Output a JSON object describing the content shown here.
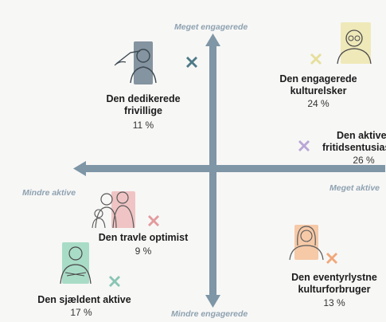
{
  "axes": {
    "top": "Meget engagerede",
    "bottom": "Mindre engagerede",
    "left": "Mindre aktive",
    "right": "Meget aktive"
  },
  "segments": [
    {
      "name_line1": "Den dedikerede",
      "name_line2": "frivillige",
      "pct": "11 %",
      "icon": "person-saluting-icon",
      "marker_color": "#4d7a86",
      "marker": "dark-teal"
    },
    {
      "name_line1": "Den engagerede",
      "name_line2": "kulturelsker",
      "pct": "24 %",
      "icon": "person-with-glasses-icon",
      "marker_color": "#e6df9a",
      "marker": "yellow"
    },
    {
      "name_line1": "Den aktive",
      "name_line2": "fritidsentusiast",
      "pct": "26 %",
      "icon": "none",
      "marker_color": "#b9a6d6",
      "marker": "lavender"
    },
    {
      "name_line1": "Den travle optimist",
      "name_line2": "",
      "pct": "9 %",
      "icon": "family-icon",
      "marker_color": "#e39a9d",
      "marker": "pink"
    },
    {
      "name_line1": "Den eventyrlystne",
      "name_line2": "kulturforbruger",
      "pct": "13 %",
      "icon": "woman-with-long-hair-icon",
      "marker_color": "#f0a77a",
      "marker": "orange"
    },
    {
      "name_line1": "Den sjældent aktive",
      "name_line2": "",
      "pct": "17 %",
      "icon": "person-with-crossed-arms-icon",
      "marker_color": "#89c5b3",
      "marker": "mint"
    }
  ],
  "colors": {
    "axis": "#7e96a6",
    "axis_label": "#8ea2b0"
  }
}
